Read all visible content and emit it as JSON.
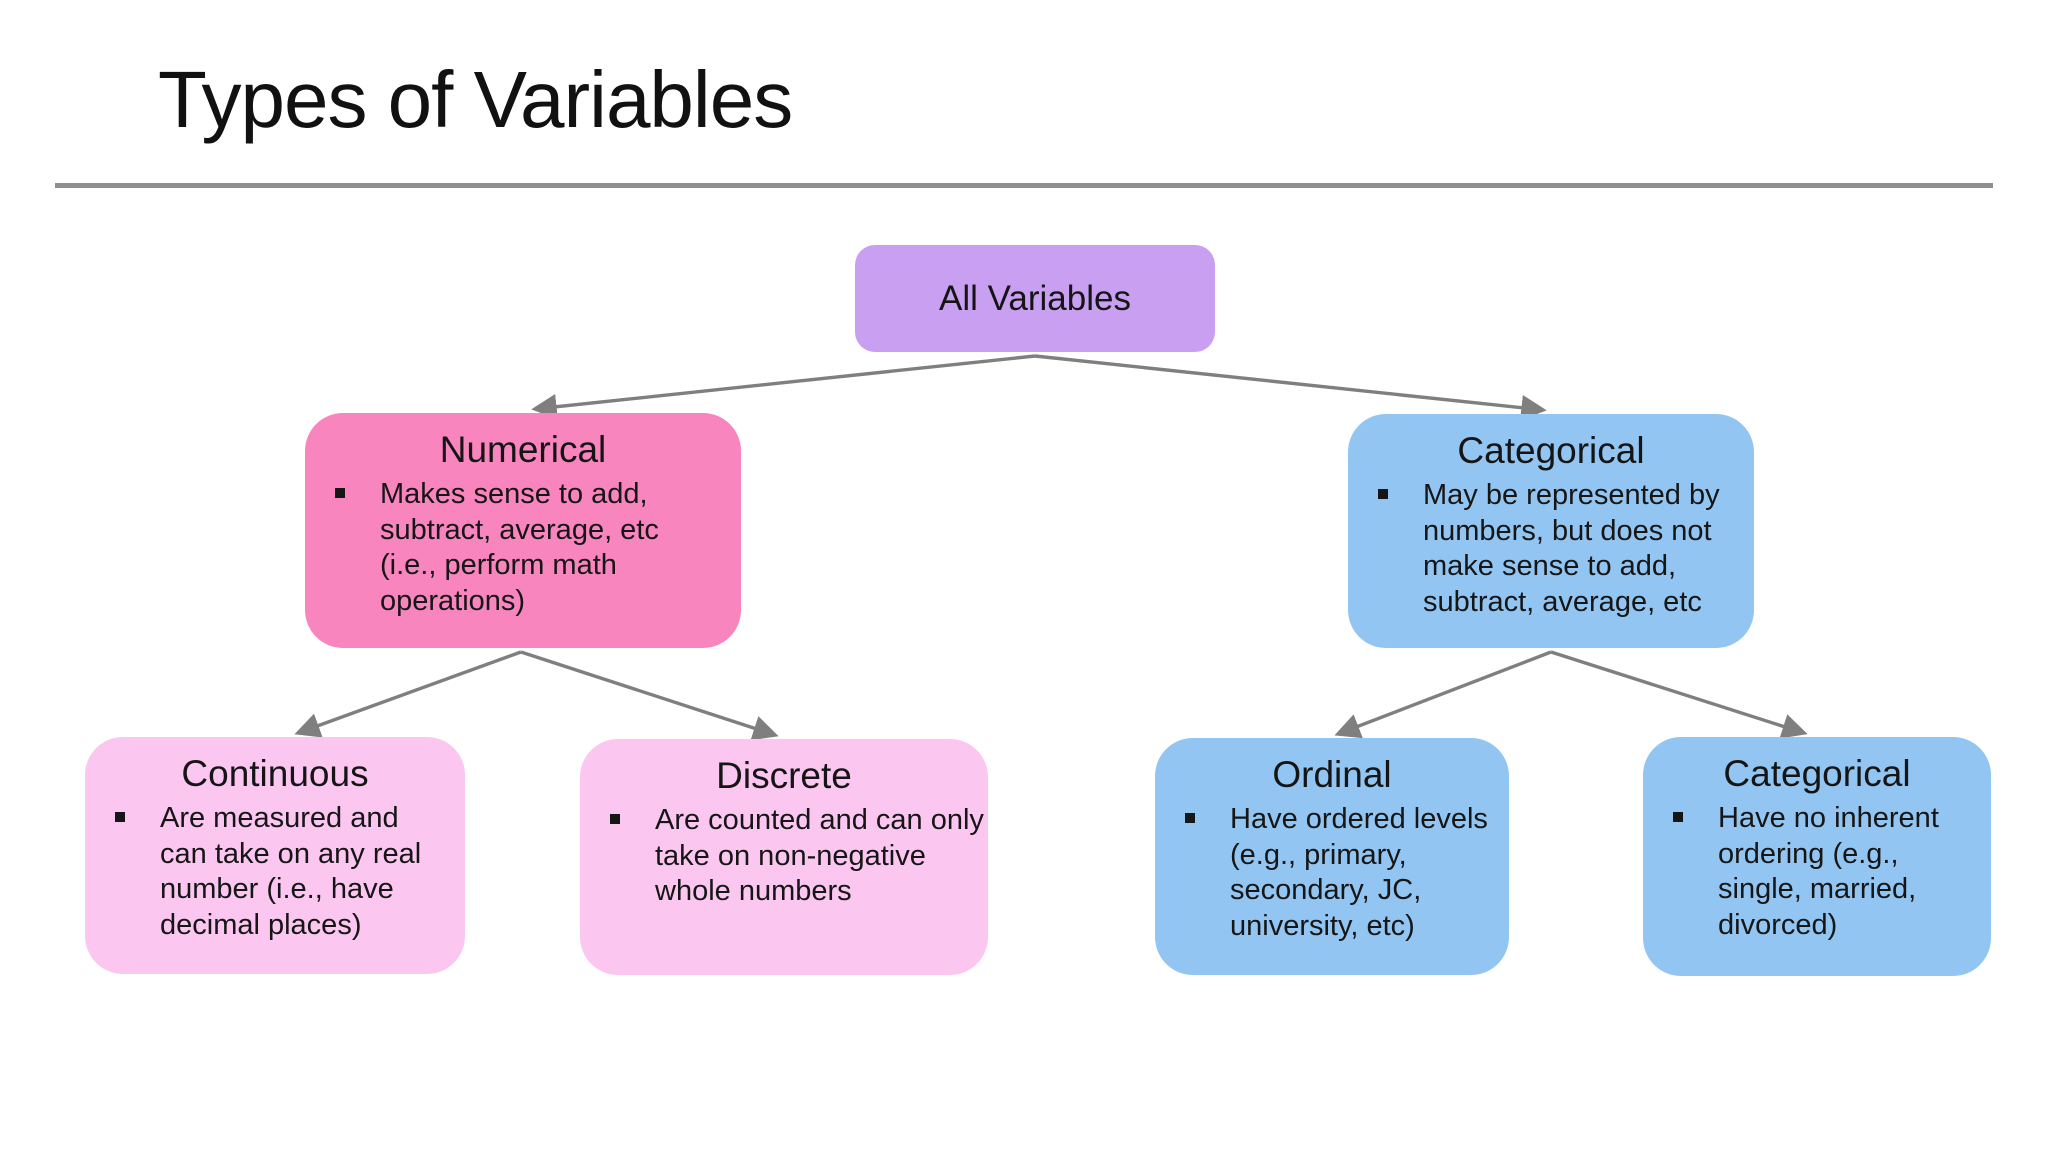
{
  "slide": {
    "title": "Types of Variables"
  },
  "tree": {
    "root": {
      "label": "All Variables"
    },
    "children": [
      {
        "label": "Numerical",
        "bullet": "Makes sense to add, subtract, average, etc (i.e., perform math operations)",
        "children": [
          {
            "label": "Continuous",
            "bullet": "Are measured and can take on any real number (i.e., have decimal places)"
          },
          {
            "label": "Discrete",
            "bullet": "Are counted and can only take on non-negative whole numbers"
          }
        ]
      },
      {
        "label": "Categorical",
        "bullet": "May be represented by numbers, but does not make sense to add, subtract, average, etc",
        "children": [
          {
            "label": "Ordinal",
            "bullet": "Have ordered levels (e.g., primary, secondary, JC, university, etc)"
          },
          {
            "label": "Categorical",
            "bullet": "Have no inherent ordering (e.g., single, married, divorced)"
          }
        ]
      }
    ]
  },
  "colors": {
    "root_fill": "#c9a0f1",
    "numerical_fill": "#f885be",
    "numerical_children_fill": "#fbc7f1",
    "categorical_fill": "#92c5f1",
    "connector": "#7f7f7f",
    "divider": "#8f8f8f",
    "text": "#141414"
  }
}
